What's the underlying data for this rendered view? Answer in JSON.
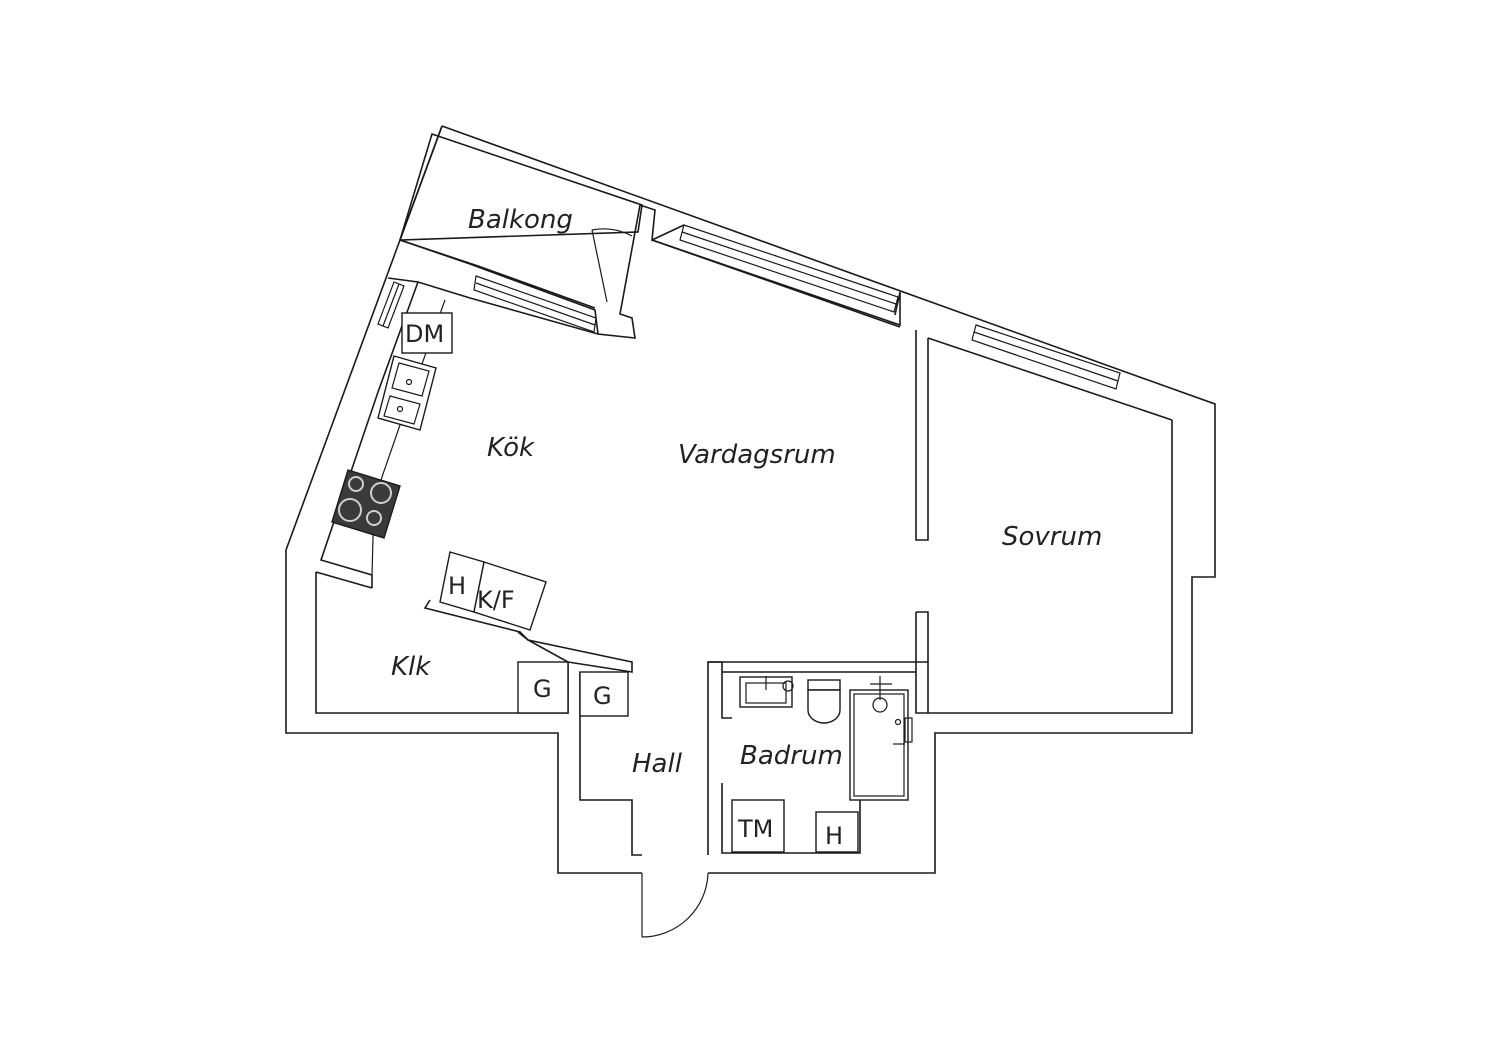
{
  "rooms": {
    "balkong": "Balkong",
    "kok": "Kök",
    "vardagsrum": "Vardagsrum",
    "sovrum": "Sovrum",
    "klk": "Klk",
    "hall": "Hall",
    "badrum": "Badrum"
  },
  "appliances": {
    "dm": "DM",
    "h_kitchen": "H",
    "kf": "K/F",
    "g_klk": "G",
    "g_hall": "G",
    "tm": "TM",
    "h_bath": "H"
  },
  "colors": {
    "line": "#1a1a1a",
    "stove": "#3a3a3a",
    "background": "#ffffff"
  }
}
